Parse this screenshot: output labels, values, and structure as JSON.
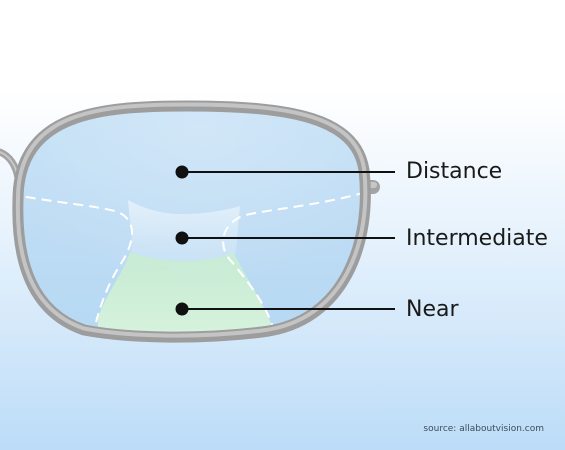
{
  "labels": {
    "distance": "Distance",
    "intermediate": "Intermediate",
    "near": "Near"
  },
  "source": "source: allaboutvision.com",
  "colors": {
    "background_top": "#ffffff",
    "background_bottom": "#bcdcf8",
    "lens_tint": "#bedcf4",
    "near_zone": "#cdeed6",
    "frame": "#a3a3a3",
    "pointer": "#111111",
    "zone_boundary": "#ffffff"
  },
  "icons": {
    "frame": "eyeglass-frame-icon",
    "pointer": "leader-dot-icon"
  }
}
